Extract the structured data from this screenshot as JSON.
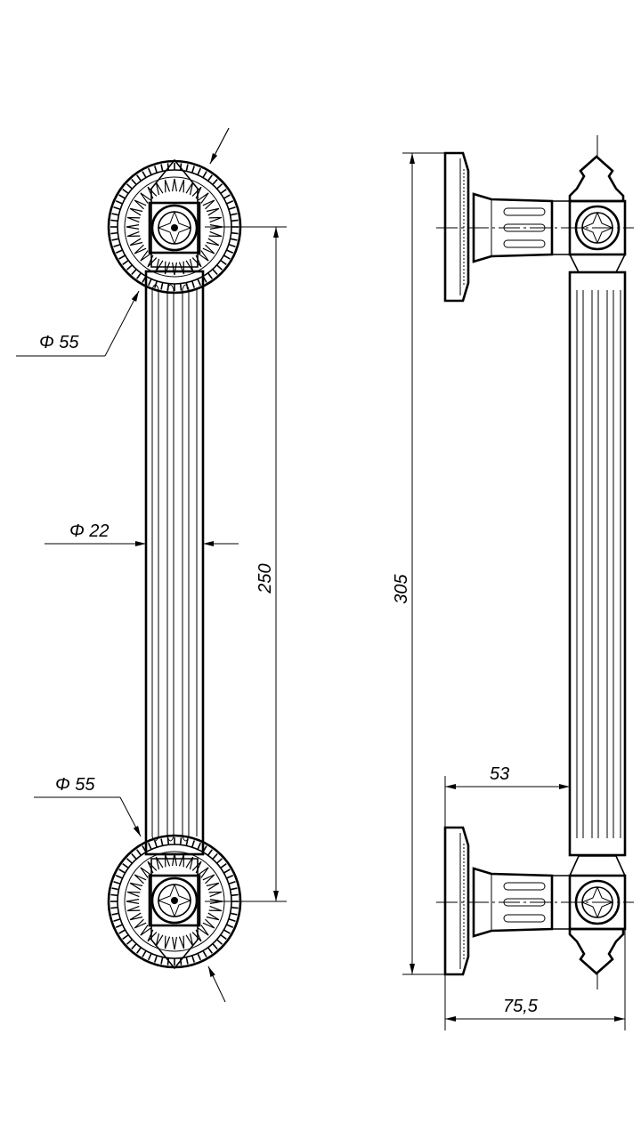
{
  "drawing": {
    "labels": {
      "rosette_top_diameter": "Φ 55",
      "rosette_bottom_diameter": "Φ 55",
      "bar_diameter": "Φ 22",
      "center_distance": "250",
      "overall_length": "305",
      "projection": "53",
      "overall_depth": "75,5"
    }
  }
}
